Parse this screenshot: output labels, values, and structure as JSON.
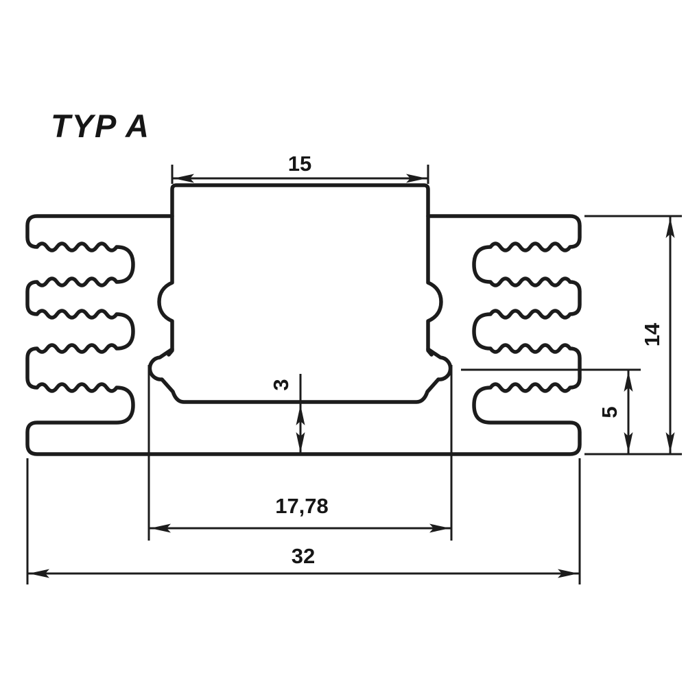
{
  "title": "TYP A",
  "dimensions": {
    "top_width": "15",
    "overall_height": "14",
    "hole_height": "5",
    "base_thickness": "3",
    "pin_spacing": "17,78",
    "overall_width": "32"
  }
}
